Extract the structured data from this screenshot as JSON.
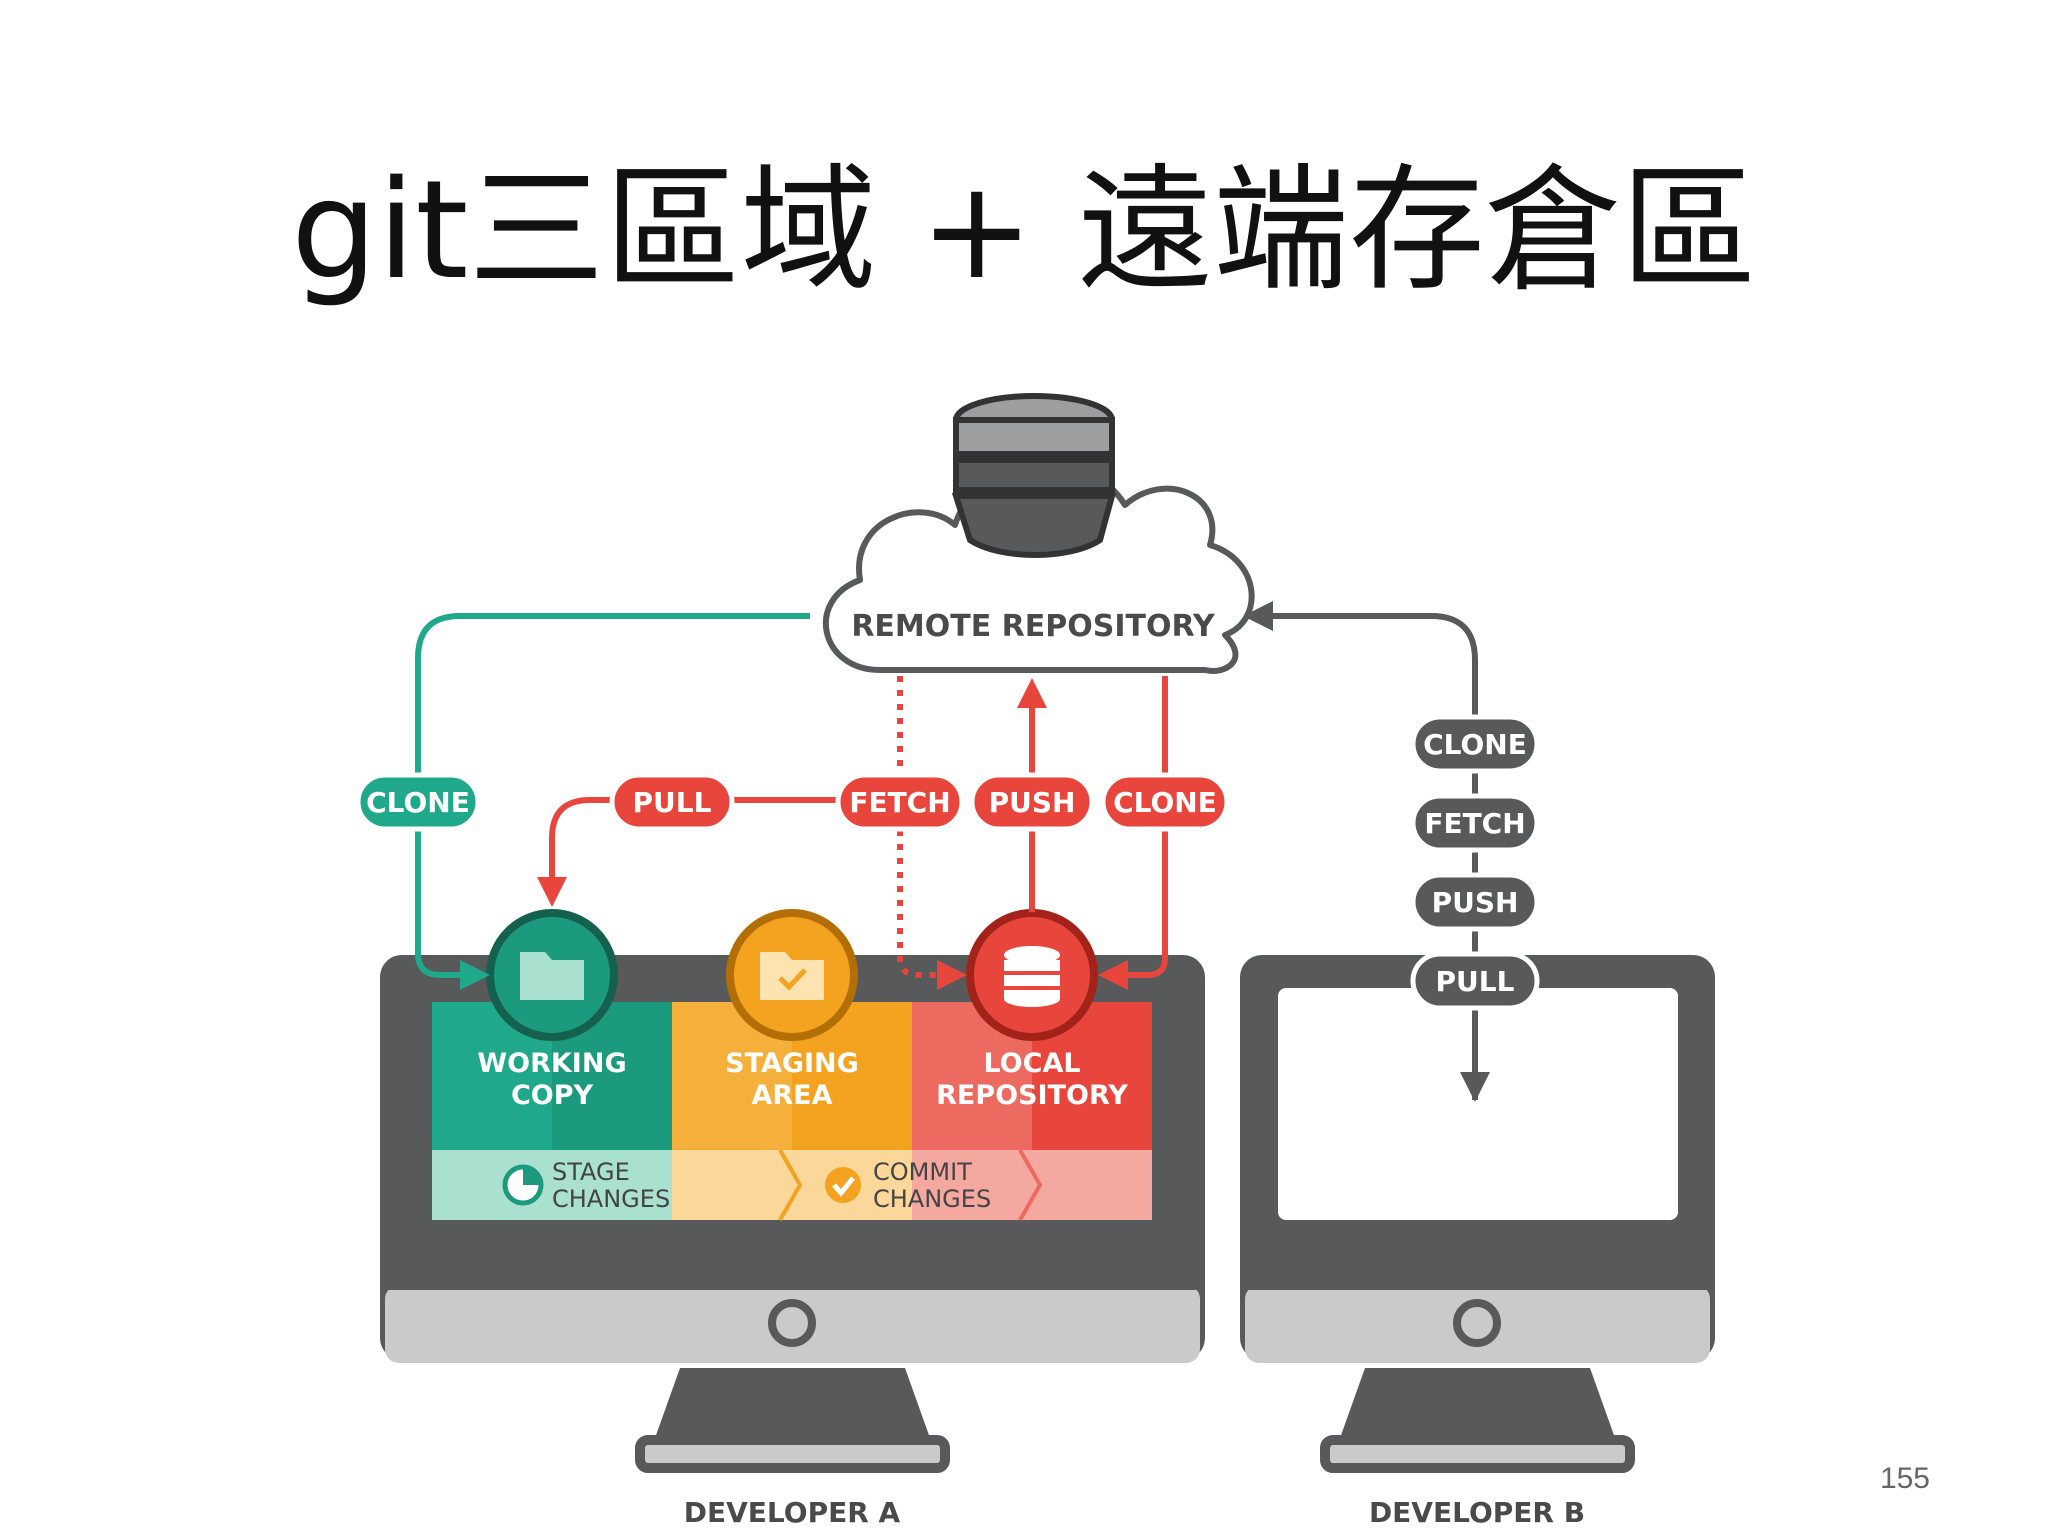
{
  "slide": {
    "title": "git三區域 + 遠端存倉區",
    "page_number": "155"
  },
  "diagram": {
    "remote_label": "REMOTE REPOSITORY",
    "developer_a": {
      "label": "DEVELOPER A",
      "zones": [
        {
          "line1": "WORKING",
          "line2": "COPY",
          "color": "#1fa889"
        },
        {
          "line1": "STAGING",
          "line2": "AREA",
          "color": "#f3a31f"
        },
        {
          "line1": "LOCAL",
          "line2": "REPOSITORY",
          "color": "#e8463c"
        }
      ],
      "steps": [
        {
          "line1": "STAGE",
          "line2": "CHANGES"
        },
        {
          "line1": "COMMIT",
          "line2": "CHANGES"
        }
      ]
    },
    "developer_b": {
      "label": "DEVELOPER B",
      "actions": [
        "CLONE",
        "FETCH",
        "PUSH",
        "PULL"
      ]
    },
    "actions_a": {
      "clone_left": "CLONE",
      "pull": "PULL",
      "fetch": "FETCH",
      "push": "PUSH",
      "clone_right": "CLONE"
    },
    "colors": {
      "green": "#1fa889",
      "red": "#e8463c",
      "orange": "#f3a31f",
      "gray": "#58595b",
      "light_gray": "#c9cacc"
    },
    "icons": [
      "folder-icon",
      "checked-folder-icon",
      "database-icon",
      "cloud-icon",
      "pie-icon",
      "checkmark-icon"
    ]
  }
}
